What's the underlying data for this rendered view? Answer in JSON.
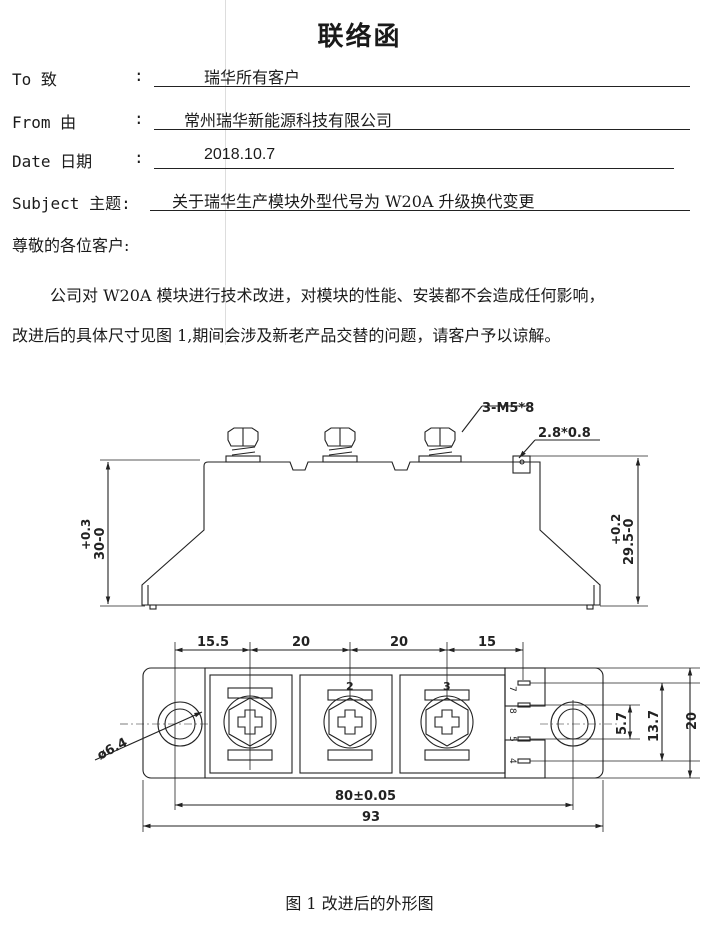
{
  "title": "联络函",
  "header": {
    "to": {
      "label": "To 致",
      "colon": ":",
      "value": "瑞华所有客户"
    },
    "from": {
      "label": "From 由",
      "colon": ":",
      "value": "常州瑞华新能源科技有限公司"
    },
    "date": {
      "label": "Date 日期",
      "colon": ":",
      "value": "2018.10.7"
    },
    "subject": {
      "label": "Subject 主题:",
      "value": "关于瑞华生产模块外型代号为 W20A 升级换代变更"
    }
  },
  "body": {
    "greeting": "尊敬的各位客户:",
    "line1": "公司对 W20A 模块进行技术改进，对模块的性能、安装都不会造成任何影响，",
    "line2": "改进后的具体尺寸见图 1,期间会涉及新老产品交替的问题，请客户予以谅解。"
  },
  "drawing": {
    "side_view": {
      "screw_callout": "3-M5*8",
      "pin_callout": "2.8*0.8",
      "height_left": "30-0",
      "height_left_tol": "+0.3",
      "height_right": "29.5-0",
      "height_right_tol": "+0.2"
    },
    "top_view": {
      "dim_top": [
        "15.5",
        "20",
        "20",
        "15"
      ],
      "terminal_labels": [
        "2",
        "3"
      ],
      "pin_labels": [
        "7",
        "8",
        "5",
        "4"
      ],
      "hole_dia": "ø6.4",
      "dim_pitch": "80±0.05",
      "dim_length": "93",
      "dim_right": [
        "5.7",
        "13.7",
        "20"
      ]
    },
    "caption": "图 1 改进后的外形图"
  }
}
